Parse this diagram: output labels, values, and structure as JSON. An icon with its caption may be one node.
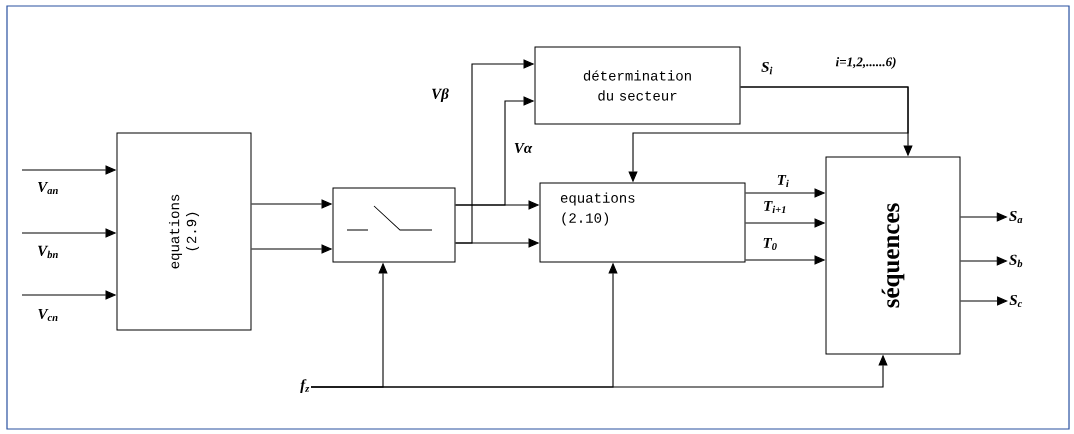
{
  "diagram": {
    "nodes": [
      {
        "text": [
          "equations (2.9)"
        ]
      },
      {
        "text": [],
        "shape": "box"
      },
      {
        "text": [
          "détermination du secteur"
        ]
      },
      {
        "text": [
          "equations (2.10)"
        ]
      },
      {
        "text": [
          "séquences"
        ]
      },
      {
        "text": [
          "f$_{z}$"
        ]
      },
      {
        "text": [
          "S$_{a}$"
        ]
      },
      {
        "text": [
          "S$_{b}$"
        ]
      },
      {
        "text": [
          "S$_{c}$"
        ]
      }
    ],
    "edges": [
      {
        "from": null,
        "to": 0,
        "arrow": "to",
        "label": "V$_{an}$"
      },
      {
        "from": null,
        "to": 0,
        "arrow": "to",
        "label": "V$_{bn}$"
      },
      {
        "from": null,
        "to": 0,
        "arrow": "to",
        "label": "V$_{cn}$"
      },
      {
        "from": 0,
        "to": 1,
        "arrow": "to"
      },
      {
        "from": 0,
        "to": 1,
        "arrow": "to"
      },
      {
        "from": 1,
        "to": 3,
        "arrow": "to"
      },
      {
        "from": 1,
        "to": 2,
        "arrow": "to",
        "label": "Vα"
      },
      {
        "from": 1,
        "to": 3,
        "arrow": "to"
      },
      {
        "from": 1,
        "to": 2,
        "arrow": "to",
        "label": "Vβ"
      },
      {
        "from": 2,
        "to": 4,
        "arrow": "to",
        "label": "S$_{i}$"
      },
      {
        "from": 2,
        "to": 3,
        "arrow": "to"
      },
      {
        "from": 3,
        "to": 4,
        "arrow": "to",
        "label": "T$_{i}$"
      },
      {
        "from": 3,
        "to": 4,
        "arrow": "to",
        "label": "T$_{i+1}$"
      },
      {
        "from": 3,
        "to": 4,
        "arrow": "to",
        "label": "T$_{0}$"
      },
      {
        "from": 4,
        "to": 6,
        "arrow": "to"
      },
      {
        "from": 4,
        "to": 7,
        "arrow": "to"
      },
      {
        "from": 4,
        "to": 8,
        "arrow": "to"
      },
      {
        "from": 5,
        "to": 1,
        "arrow": "to"
      },
      {
        "from": 5,
        "to": 3,
        "arrow": "to"
      },
      {
        "from": 5,
        "to": 4,
        "arrow": "to"
      }
    ],
    "labels": [
      "i=1,2,......6)"
    ]
  }
}
